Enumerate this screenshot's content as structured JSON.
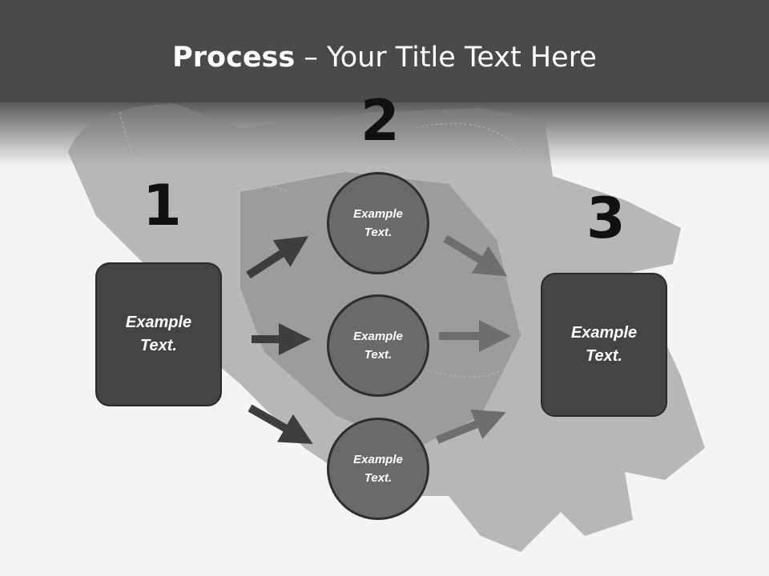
{
  "slide": {
    "title_bold": "Process",
    "title_rest": " – Your Title Text Here"
  },
  "steps": [
    {
      "number": "1",
      "text": "Example Text."
    },
    {
      "number": "2",
      "items": [
        {
          "text": "Example Text."
        },
        {
          "text": "Example Text."
        },
        {
          "text": "Example Text."
        }
      ]
    },
    {
      "number": "3",
      "text": "Example Text."
    }
  ],
  "colors": {
    "header": "#4a4a4a",
    "box": "#444444",
    "circle": "#6a6a6a",
    "arrow_dark": "#3e3e3e",
    "arrow_light": "#6e6e6e"
  }
}
